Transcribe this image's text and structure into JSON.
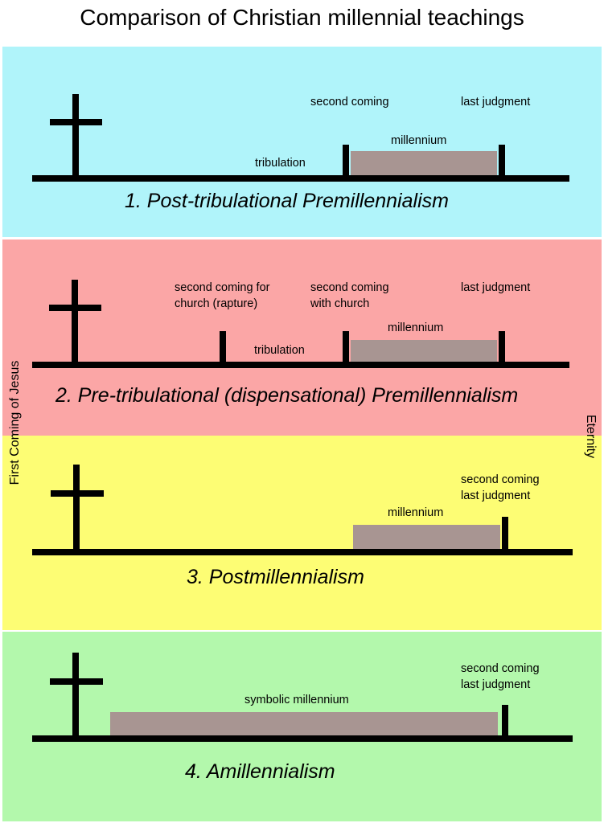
{
  "title": "Comparison of Christian millennial teachings",
  "side_labels": {
    "left": "First Coming of Jesus",
    "right": "Eternity"
  },
  "colors": {
    "panel1": "#b0f4fa",
    "panel2": "#fba6a6",
    "panel3": "#fdfd74",
    "panel4": "#b3f8ac",
    "millennium_bar": "#a89592",
    "lines": "#000000"
  },
  "panels": [
    {
      "title": "1. Post-tribulational Premillennialism",
      "labels": {
        "second_coming": "second coming",
        "last_judgment": "last judgment",
        "millennium": "millennium",
        "tribulation": "tribulation"
      }
    },
    {
      "title": "2. Pre-tribulational (dispensational) Premillennialism",
      "labels": {
        "rapture_1": "second coming for",
        "rapture_2": "church (rapture)",
        "with_church_1": "second coming",
        "with_church_2": "with church",
        "last_judgment": "last judgment",
        "millennium": "millennium",
        "tribulation": "tribulation"
      }
    },
    {
      "title": "3. Postmillennialism",
      "labels": {
        "second_coming": "second coming",
        "last_judgment": "last judgment",
        "millennium": "millennium"
      }
    },
    {
      "title": "4. Amillennialism",
      "labels": {
        "second_coming": "second coming",
        "last_judgment": "last judgment",
        "millennium": "symbolic millennium"
      }
    }
  ]
}
